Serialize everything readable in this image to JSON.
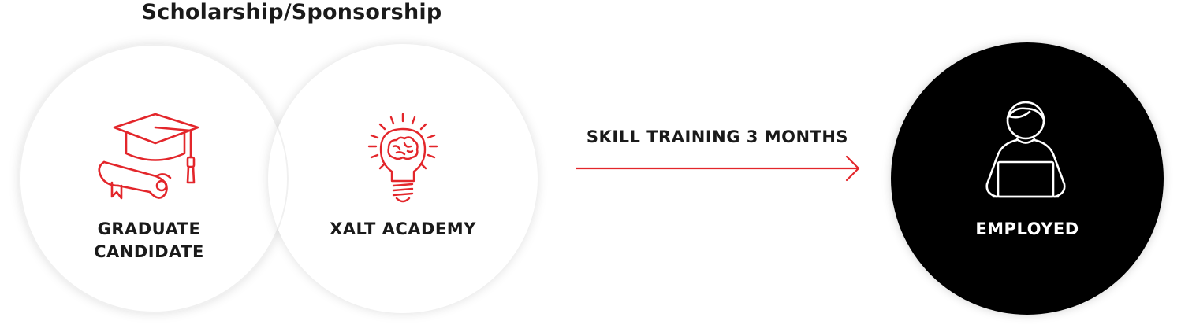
{
  "diagram": {
    "title": "Scholarship/Sponsorship",
    "nodes": [
      {
        "id": "graduate",
        "label_line1": "GRADUATE",
        "label_line2": "CANDIDATE",
        "icon": "graduation-cap-diploma-icon"
      },
      {
        "id": "academy",
        "label": "XALT ACADEMY",
        "icon": "lightbulb-brain-icon"
      },
      {
        "id": "employed",
        "label": "EMPLOYED",
        "icon": "person-laptop-icon"
      }
    ],
    "edge": {
      "label": "SKILL TRAINING 3 MONTHS",
      "from": "academy",
      "to": "employed"
    },
    "colors": {
      "accent": "#e3262b",
      "dark": "#000000",
      "text": "#1a1a1a",
      "light_text": "#ffffff"
    }
  }
}
